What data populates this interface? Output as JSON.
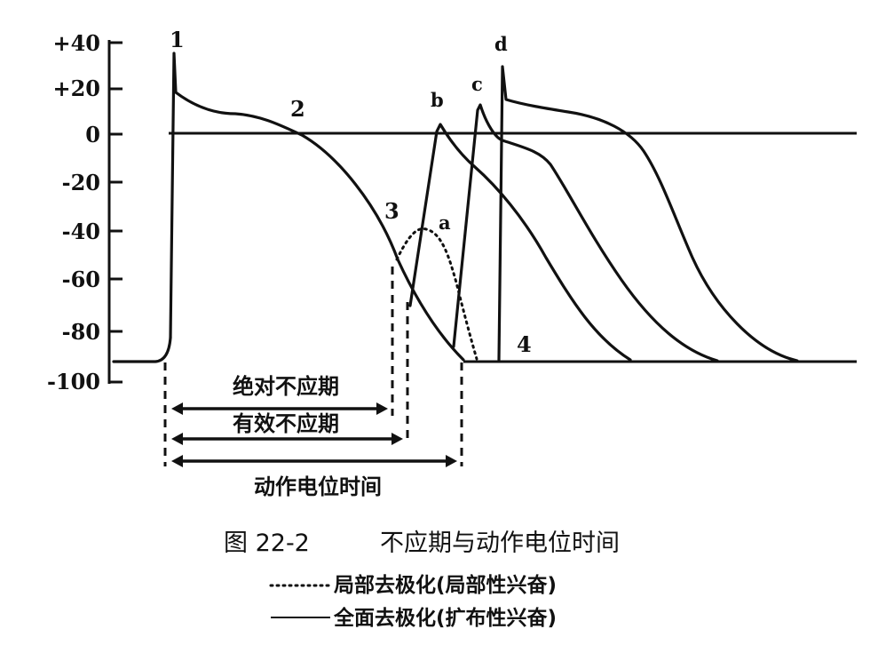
{
  "y_axis": {
    "ticks": [
      "+40",
      "+20",
      "0",
      "-20",
      "-40",
      "-60",
      "-80",
      "-100"
    ]
  },
  "curve_labels": {
    "phase_1": "1",
    "phase_2": "2",
    "phase_3": "3",
    "phase_4": "4",
    "point_a": "a",
    "point_b": "b",
    "point_c": "c",
    "point_d": "d"
  },
  "intervals": {
    "absolute_refractory": "绝对不应期",
    "effective_refractory": "有效不应期",
    "action_potential_duration": "动作电位时间"
  },
  "caption": {
    "figure_number": "图 22-2",
    "title": "不应期与动作电位时间"
  },
  "legend": {
    "dotted": "局部去极化(局部性兴奋)",
    "solid": "全面去极化(扩布性兴奋)"
  }
}
